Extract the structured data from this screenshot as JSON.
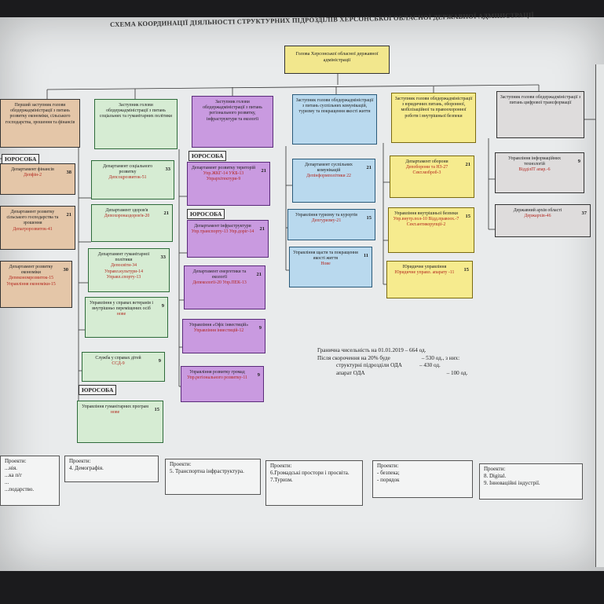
{
  "title": "СХЕМА КООРДИНАЦІЇ ДІЯЛЬНОСТІ СТРУКТУРНИХ ПІДРОЗДІЛІВ ХЕРСОНСЬКОЇ ОБЛАСНОЇ ДЕРЖАВНОЇ АДМІНІСТРАЦІЇ",
  "head": {
    "title": "Голова Херсонської обласної державної адміністрації"
  },
  "tags": {
    "t1": "ЮРОСОБА",
    "t2": "ЮРОСОБА",
    "t3": "ЮРОСОБА",
    "t4": "ЮРОСОБА"
  },
  "deputies": [
    {
      "title": "Перший заступник голови облдержадміністрації з питань розвитку економіки, сільського господарства, зрошення та фінансів"
    },
    {
      "title": "Заступник голови облдержадміністрації з питань соціальних та гуманітарних політики"
    },
    {
      "title": "Заступник голови облдержадміністрації з питань регіонального розвитку, інфраструктури та екології"
    },
    {
      "title": "Заступник голови облдержадміністрації з питань суспільних комунікацій, туризму та покращення якості життя"
    },
    {
      "title": "Заступник голови облдержадміністрації з юридичних питань, оборонної, мобілізаційної та правоохоронної роботи і внутрішньої безпеки"
    },
    {
      "title": "Заступник голови облдержадміністрації з питань цифрової трансформації"
    }
  ],
  "col1": [
    {
      "title": "Департамент фінансів",
      "sub": "Депфін-2",
      "count": "38"
    },
    {
      "title": "Департамент розвитку сільського господарства та зрошення",
      "sub": "Депагророзвиток-41",
      "count": "21"
    },
    {
      "title": "Департамент розвитку економіки",
      "sub": "Депекономрозвиток-15 Управління економіки-15",
      "count": "30"
    }
  ],
  "col2": [
    {
      "title": "Департамент соціального розвитку",
      "sub": "Депсоцрозвиток-51",
      "count": "33"
    },
    {
      "title": "Департамент здоров'я",
      "sub": "Депохороназдоров'я-20",
      "count": "21"
    },
    {
      "title": "Департамент гуманітарної політики",
      "sub": "Депосвіти-34 Управл.культури-14 Управл.спорту-13",
      "count": "33"
    },
    {
      "title": "Управління у справах ветеранів і внутрішньо переміщених осіб",
      "sub": "нове",
      "count": "9"
    },
    {
      "title": "Служба у справах дітей",
      "sub": "ССД-9",
      "count": "9"
    },
    {
      "title": "Управління гуманітарних програм",
      "sub": "нове",
      "count": "15"
    }
  ],
  "col3": [
    {
      "title": "Департамент розвитку територій",
      "sub": "Упр.ЖКГ-14 УКБ-13 Упрархітектури-9",
      "count": "21"
    },
    {
      "title": "Департамент інфраструктури",
      "sub": "Упр.транспорту-13 Упр.доріг-14",
      "count": "21"
    },
    {
      "title": "Департамент енергетики та екології",
      "sub": "Депекології-20 Упр.ПЕК-13",
      "count": "21"
    },
    {
      "title": "Управління «Офіс інвестицій»",
      "sub": "Управління інвестицій-12",
      "count": "9"
    },
    {
      "title": "Управління розвитку громад",
      "sub": "Упр.регіонального розвитку-11",
      "count": "9"
    }
  ],
  "col4": [
    {
      "title": "Департамент суспільних комунікацій",
      "sub": "Депінформполітики 22",
      "count": "21"
    },
    {
      "title": "Управління туризму та курортів",
      "sub": "Депгуризму-21",
      "count": "15"
    },
    {
      "title": "Управління щастя та покращення якості життя",
      "sub": "Нове",
      "count": "11"
    }
  ],
  "col5": [
    {
      "title": "Департамент оборони",
      "sub": "Депоборони та НЗ-27 Сект.моброб-3",
      "count": "21"
    },
    {
      "title": "Управління внутрішньої безпеки",
      "sub": "Упр.внутр.пол-10 Відд.правоох.-7 Сект.антикорупції-2",
      "count": "15"
    },
    {
      "title": "Юридичне управління",
      "sub": "Юридичне управл. апарату -11",
      "count": "15"
    }
  ],
  "col6": [
    {
      "title": "Управління інформаційних технологій",
      "sub": "ВідділІТ апар.-6",
      "count": "9"
    },
    {
      "title": "Державний архів області",
      "sub": "Держархів-46",
      "count": "37"
    }
  ],
  "stats": {
    "line1": "Гранична чисельність на 01.01.2019 – 664 од.",
    "line2": "Після скорочення на 20% буде",
    "line2v": "– 530 од., з них:",
    "line3": "структурні підрозділи ОДА",
    "line3v": "– 430 од.",
    "line4": "апарат ОДА",
    "line4v": "– 100 од."
  },
  "projects": [
    {
      "label": "Проекти:",
      "items": [
        "...нія.",
        "...ка п/г",
        "...",
        "...подарство."
      ]
    },
    {
      "label": "Проекти:",
      "items": [
        "4. Демографія."
      ]
    },
    {
      "label": "Проекти:",
      "items": [
        "5. Транспортна інфраструктура."
      ]
    },
    {
      "label": "Проекти:",
      "items": [
        "6.Громадські простори і просвіта.",
        "7.Туризм."
      ]
    },
    {
      "label": "Проекти:",
      "items": [
        "- безпека;",
        "- порядок"
      ]
    },
    {
      "label": "Проекти:",
      "items": [
        "8. Digital.",
        "9. Інноваційні індустрії."
      ]
    }
  ]
}
